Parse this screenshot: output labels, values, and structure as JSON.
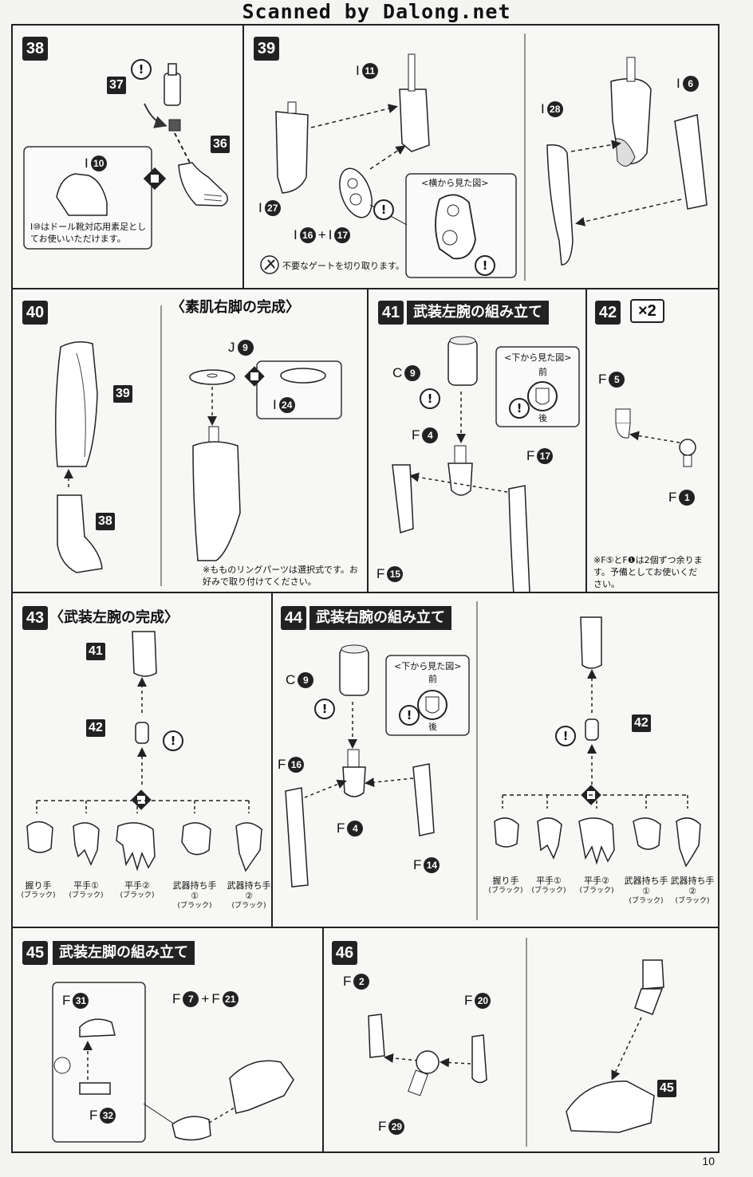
{
  "header": {
    "scan_credit": "Scanned by Dalong.net"
  },
  "page_number": "10",
  "steps": {
    "s38": {
      "num": "38",
      "label37": "37",
      "label36": "36",
      "part_I10": "I",
      "part_I10_n": "10",
      "note": "I⑩はドール靴対応用素足としてお使いいただけます。"
    },
    "s39": {
      "num": "39",
      "part_I11": "I",
      "n11": "11",
      "part_I27": "I",
      "n27": "27",
      "part_I16": "I",
      "n16": "16",
      "plus": "+",
      "part_I17": "I",
      "n17": "17",
      "side_view": "<横から見た図>",
      "gate_note": "不要なゲートを切り取ります。",
      "part_I6": "I",
      "n6": "6",
      "part_I28": "I",
      "n28": "28"
    },
    "s40": {
      "num": "40",
      "caption": "〈素肌右脚の完成〉",
      "label39": "39",
      "label38": "38",
      "part_J": "J",
      "n9": "9",
      "part_I": "I",
      "n24": "24",
      "note": "※もものリングパーツは選択式です。お好みで取り付けてください。"
    },
    "s41": {
      "num": "41",
      "title": "武装左腕の組み立て",
      "part_C": "C",
      "n9": "9",
      "bottom_view": "<下から見た図>",
      "front": "前",
      "back": "後",
      "part_F4": "F",
      "n4": "4",
      "part_F17": "F",
      "n17": "17",
      "part_F15": "F",
      "n15": "15"
    },
    "s42": {
      "num": "42",
      "times": "×2",
      "part_F5": "F",
      "n5": "5",
      "part_F1": "F",
      "n1": "1",
      "note": "※F⑤とF❶は2個ずつ余ります。予備としてお使いください。"
    },
    "s43": {
      "num": "43",
      "caption": "〈武装左腕の完成〉",
      "label41": "41",
      "label42": "42",
      "hands": [
        {
          "name": "握り手",
          "color": "(ブラック)"
        },
        {
          "name": "平手①",
          "color": "(ブラック)"
        },
        {
          "name": "平手②",
          "color": "(ブラック)"
        },
        {
          "name": "武器持ち手①",
          "color": "(ブラック)"
        },
        {
          "name": "武器持ち手②",
          "color": "(ブラック)"
        }
      ]
    },
    "s44": {
      "num": "44",
      "title": "武装右腕の組み立て",
      "part_C": "C",
      "n9": "9",
      "bottom_view": "<下から見た図>",
      "front": "前",
      "back": "後",
      "part_F16": "F",
      "n16": "16",
      "part_F4": "F",
      "n4": "4",
      "part_F14": "F",
      "n14": "14",
      "label42": "42",
      "hands": [
        {
          "name": "握り手",
          "color": "(ブラック)"
        },
        {
          "name": "平手①",
          "color": "(ブラック)"
        },
        {
          "name": "平手②",
          "color": "(ブラック)"
        },
        {
          "name": "武器持ち手①",
          "color": "(ブラック)"
        },
        {
          "name": "武器持ち手②",
          "color": "(ブラック)"
        }
      ]
    },
    "s45": {
      "num": "45",
      "title": "武装左脚の組み立て",
      "part_F31": "F",
      "n31": "31",
      "part_F32": "F",
      "n32": "32",
      "part_F7": "F",
      "n7": "7",
      "plus": "+",
      "part_F21": "F",
      "n21": "21"
    },
    "s46": {
      "num": "46",
      "part_F2": "F",
      "n2": "2",
      "part_F20": "F",
      "n20": "20",
      "part_F29": "F",
      "n29": "29",
      "label45": "45"
    }
  },
  "icons": [
    "warning-exclamation-icon",
    "choice-diamond-icon",
    "nipper-icon"
  ],
  "colors": {
    "ink": "#222222",
    "paper": "#f4f4f2"
  }
}
